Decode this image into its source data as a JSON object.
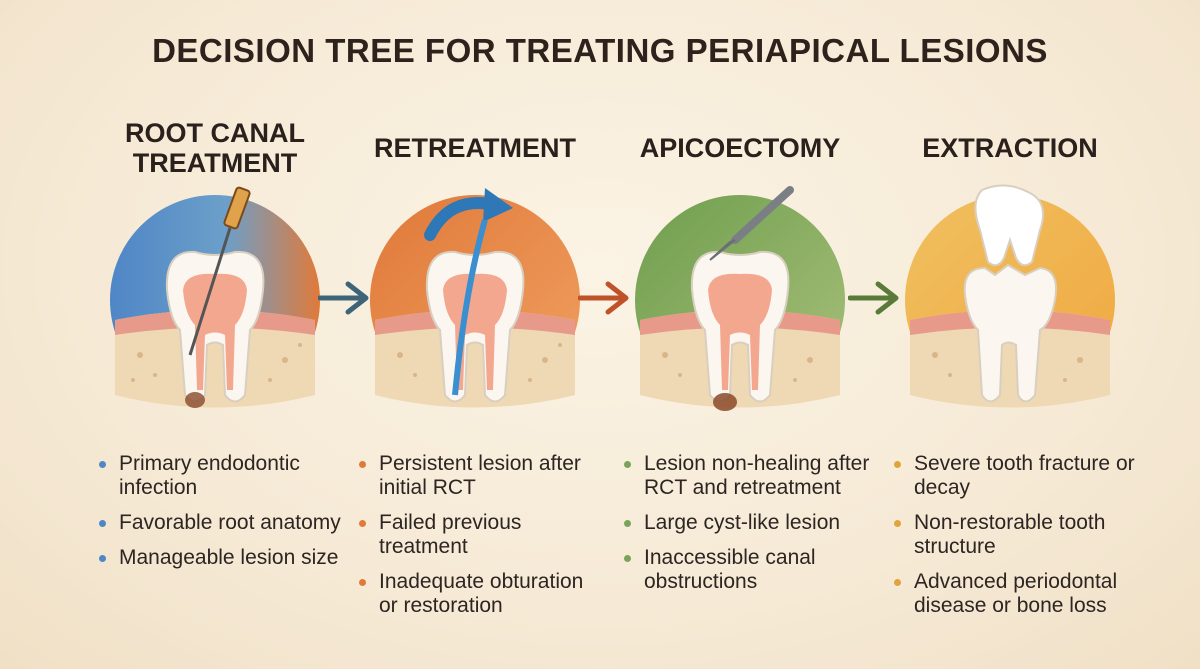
{
  "title": "DECISION TREE FOR TREATING PERIAPICAL LESIONS",
  "stages": [
    {
      "heading": "ROOT CANAL TREATMENT",
      "color": "#4f86c6",
      "color_b": "#e07a3a",
      "icon": "endodontic-file-icon",
      "criteria": [
        "Primary endodontic infection",
        "Favorable root anatomy",
        "Manageable lesion size"
      ]
    },
    {
      "heading": "RETREATMENT",
      "color": "#e58a4a",
      "color_b": "#e58a4a",
      "icon": "retreatment-arrow-icon",
      "criteria": [
        "Persistent lesion after initial RCT",
        "Failed previous treatment",
        "Inadequate obturation or restoration"
      ]
    },
    {
      "heading": "APICOECTOMY",
      "color": "#7aa35a",
      "color_b": "#7aa35a",
      "icon": "scalpel-icon",
      "criteria": [
        "Lesion non-healing after RCT and retreatment",
        "Large cyst-like lesion",
        "Inaccessible canal obstructions"
      ]
    },
    {
      "heading": "EXTRACTION",
      "color": "#f0b94a",
      "color_b": "#f0b94a",
      "icon": "extracted-tooth-icon",
      "criteria": [
        "Severe tooth fracture or decay",
        "Non-restorable tooth structure",
        "Advanced periodontal disease or bone loss"
      ]
    }
  ],
  "bullet_colors": [
    "#4f86c6",
    "#e07a3a",
    "#7aa35a",
    "#e0a43a"
  ],
  "arrow_color": "#3d6478"
}
